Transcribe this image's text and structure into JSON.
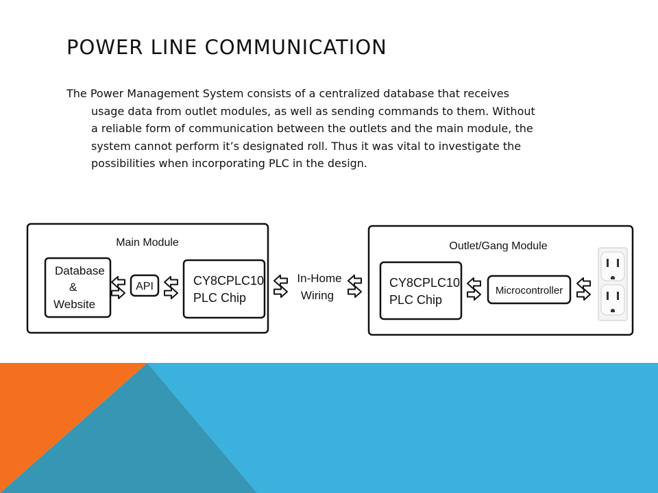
{
  "slide": {
    "title": "POWER LINE COMMUNICATION",
    "body_lines": [
      "The Power Management System consists of a centralized database that receives",
      "usage data from outlet modules, as well as sending commands to them. Without",
      "a reliable form of communication between the outlets and the main module, the",
      "system cannot perform it’s designated roll. Thus it was vital to investigate the",
      "possibilities when incorporating  PLC in the design."
    ]
  },
  "diagram": {
    "main_module": {
      "title": "Main Module",
      "database_lines": [
        "Database",
        "&",
        "Website"
      ],
      "api": "API",
      "plc_lines": [
        "CY8CPLC10",
        "PLC Chip"
      ]
    },
    "wiring_lines": [
      "In-Home",
      "Wiring"
    ],
    "outlet_module": {
      "title": "Outlet/Gang Module",
      "plc_lines": [
        "CY8CPLC10",
        "PLC Chip"
      ],
      "microcontroller": "Microcontroller",
      "outlet_icon": "wall-outlet-icon"
    }
  },
  "colors": {
    "orange": "#f5701e",
    "blue": "#3bb2dd",
    "dark_blue": "#3796b4",
    "text": "#111111"
  }
}
